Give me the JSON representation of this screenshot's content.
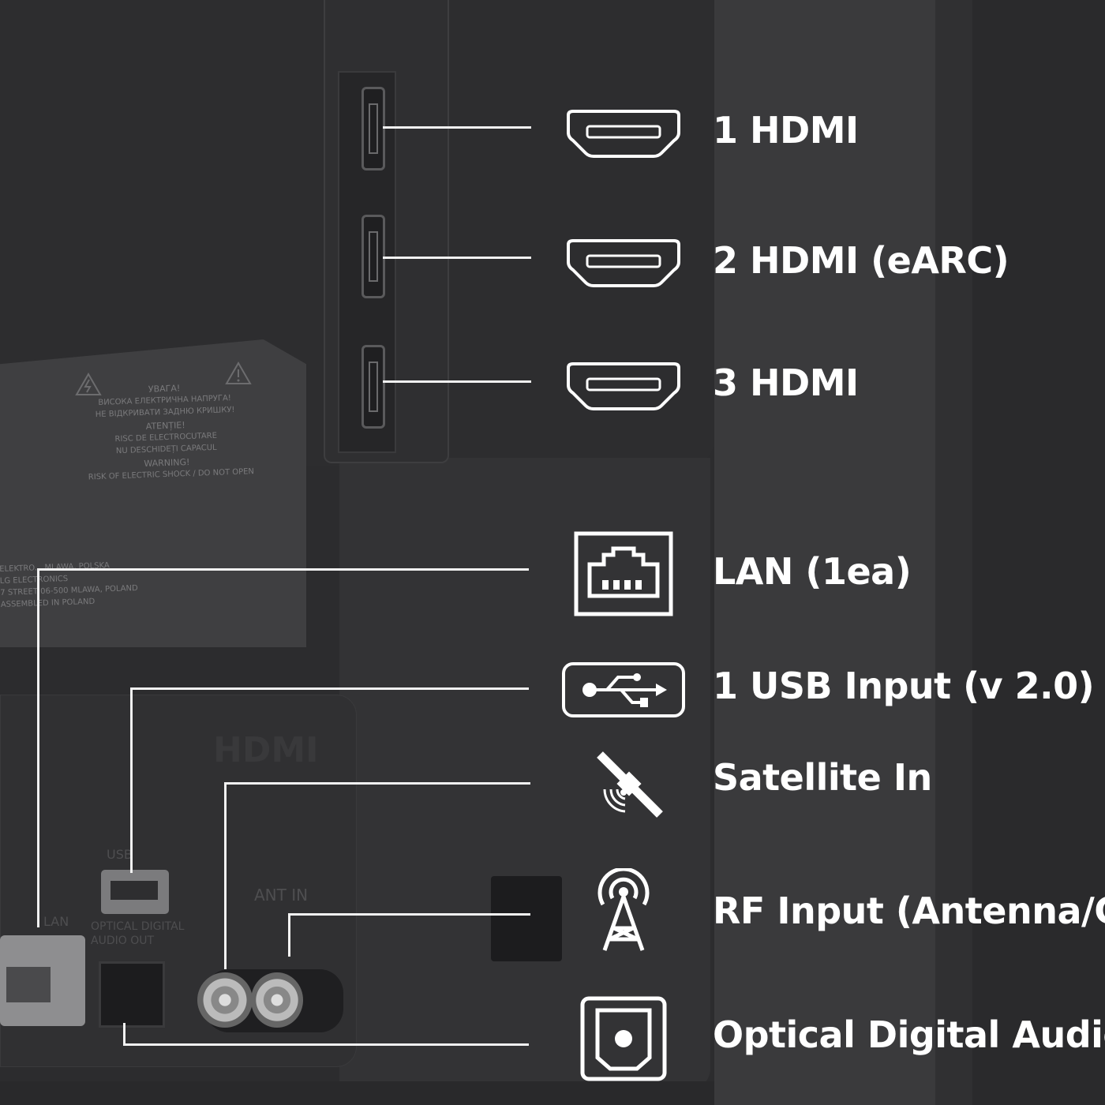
{
  "ports": {
    "hdmi1": "1 HDMI",
    "hdmi2": "2 HDMI (eARC)",
    "hdmi3": "3 HDMI",
    "lan": "LAN (1ea)",
    "usb": "1 USB Input (v 2.0)",
    "satellite": "Satellite In",
    "rf": "RF Input (Antenna/Cab",
    "optical": "Optical Digital Audio O"
  },
  "plate": {
    "line1": "УВАГА!",
    "line2": "ВИСОКА ЕЛЕКТРИЧНА НАПРУГА!",
    "line3": "НЕ ВІДКРИВАТИ ЗАДНЮ КРИШКУ!",
    "line4": "ATENȚIE!",
    "line5": "RISC DE ELECTROCUTARE",
    "line6": "NU DESCHIDEȚI CAPACUL",
    "line7": "WARNING!",
    "line8": "RISK OF ELECTRIC SHOCK / DO NOT OPEN",
    "addr1": "ELEKTRO... MLAWA, POLSKA",
    "addr2": "LG ELECTRONICS",
    "addr3": "7 STREET 06-500 MLAWA, POLAND",
    "addr4": "ASSEMBLED IN POLAND"
  },
  "panel": {
    "hdmi_silk": "HDMI",
    "ant_in": "ANT IN",
    "usb_silk": "USB",
    "lan_silk": "LAN",
    "optical_silk": "OPTICAL DIGITAL AUDIO OUT"
  },
  "colors": {
    "line": "#f2f2f2",
    "text": "#ffffff",
    "background": "#2c2c2e"
  }
}
